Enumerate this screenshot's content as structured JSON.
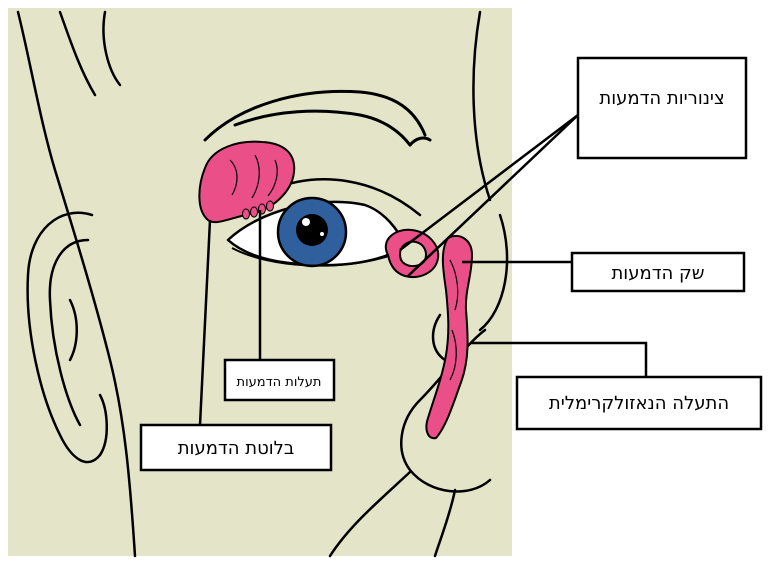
{
  "diagram": {
    "background_color": "#e3e4c8",
    "gland_color": "#ea4f88",
    "iris_color": "#2f5f9c",
    "line_color": "#000000",
    "labels": {
      "lacrimal_ducts": "צינוריות הדמעות",
      "lacrimal_sac": "שק הדמעות",
      "nasolacrimal_duct": "התעלה הנאזולקרימלית",
      "tear_canals": "תעלות הדמעות",
      "lacrimal_gland": "בלוטת הדמעות"
    }
  }
}
